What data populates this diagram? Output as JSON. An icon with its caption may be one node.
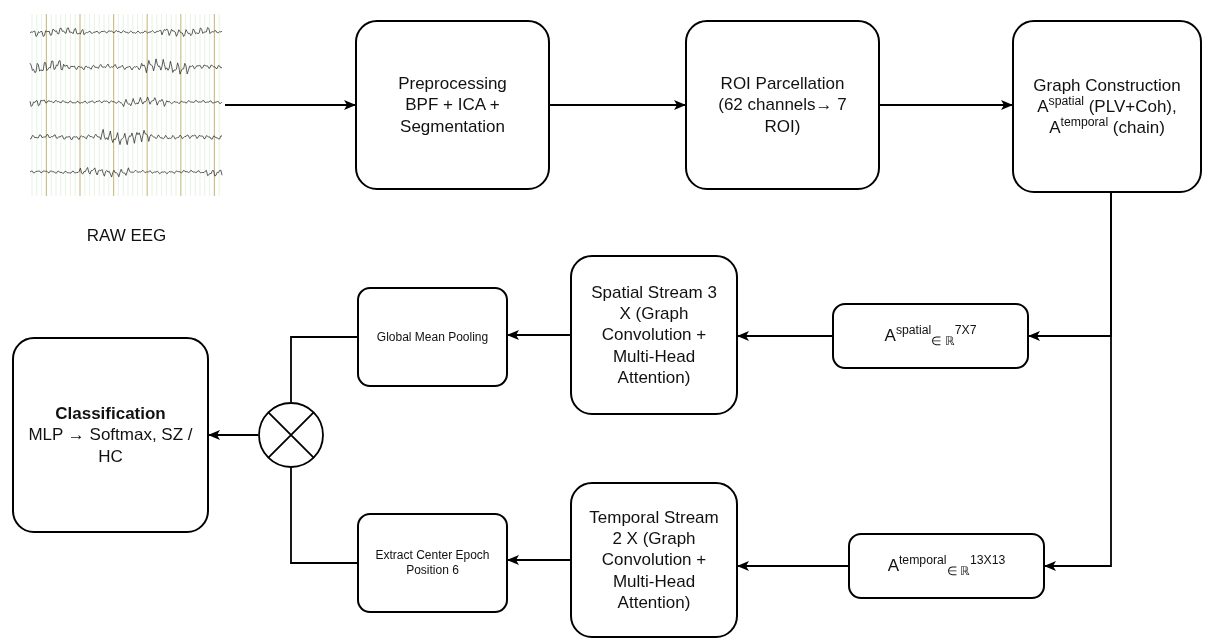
{
  "diagram": {
    "nodes": [
      {
        "text": [],
        "shape": "picture",
        "beside": [
          "RAW EEG"
        ]
      },
      {
        "text": [
          "Preprocessing",
          "BPF + ICA + Segmentation"
        ]
      },
      {
        "text": [
          "ROI Parcellation",
          "(62 channels→ 7 ROI)"
        ]
      },
      {
        "text": [
          "Graph Construction",
          "A$^{spatial}$ (PLV+Coh), A$^{temporal}$ (chain)"
        ]
      },
      {
        "text": [
          "A$^{spatial}$$_{∈ ℝ}$$^{7X7}$"
        ]
      },
      {
        "text": [
          "Spatial Stream 3 X (Graph Convolution + Multi-Head Attention)"
        ]
      },
      {
        "text": [
          "Global Mean Pooling"
        ]
      },
      {
        "text": [
          "A$^{temporal}$$_{∈ ℝ}$$^{13X13}$"
        ]
      },
      {
        "text": [
          "Temporal Stream 2 X (Graph Convolution + Multi-Head Attention)"
        ]
      },
      {
        "text": [
          "Extract Center Epoch Position 6"
        ]
      },
      {
        "text": [],
        "shape": "circle"
      },
      {
        "text": [
          "Classification",
          "MLP → Softmax, SZ / HC"
        ]
      }
    ],
    "edges": [
      {
        "from": 0,
        "to": 1,
        "arrow": "to"
      },
      {
        "from": 1,
        "to": 2,
        "arrow": "to"
      },
      {
        "from": 2,
        "to": 3,
        "arrow": "to"
      },
      {
        "from": 3,
        "to": 4,
        "arrow": "to"
      },
      {
        "from": 3,
        "to": 7,
        "arrow": "to"
      },
      {
        "from": 4,
        "to": 5,
        "arrow": "to"
      },
      {
        "from": 5,
        "to": 6,
        "arrow": "to"
      },
      {
        "from": 6,
        "to": 10,
        "arrow": "none"
      },
      {
        "from": 7,
        "to": 8,
        "arrow": "to"
      },
      {
        "from": 8,
        "to": 9,
        "arrow": "to"
      },
      {
        "from": 9,
        "to": 10,
        "arrow": "none"
      },
      {
        "from": 10,
        "to": 11,
        "arrow": "to"
      }
    ]
  }
}
